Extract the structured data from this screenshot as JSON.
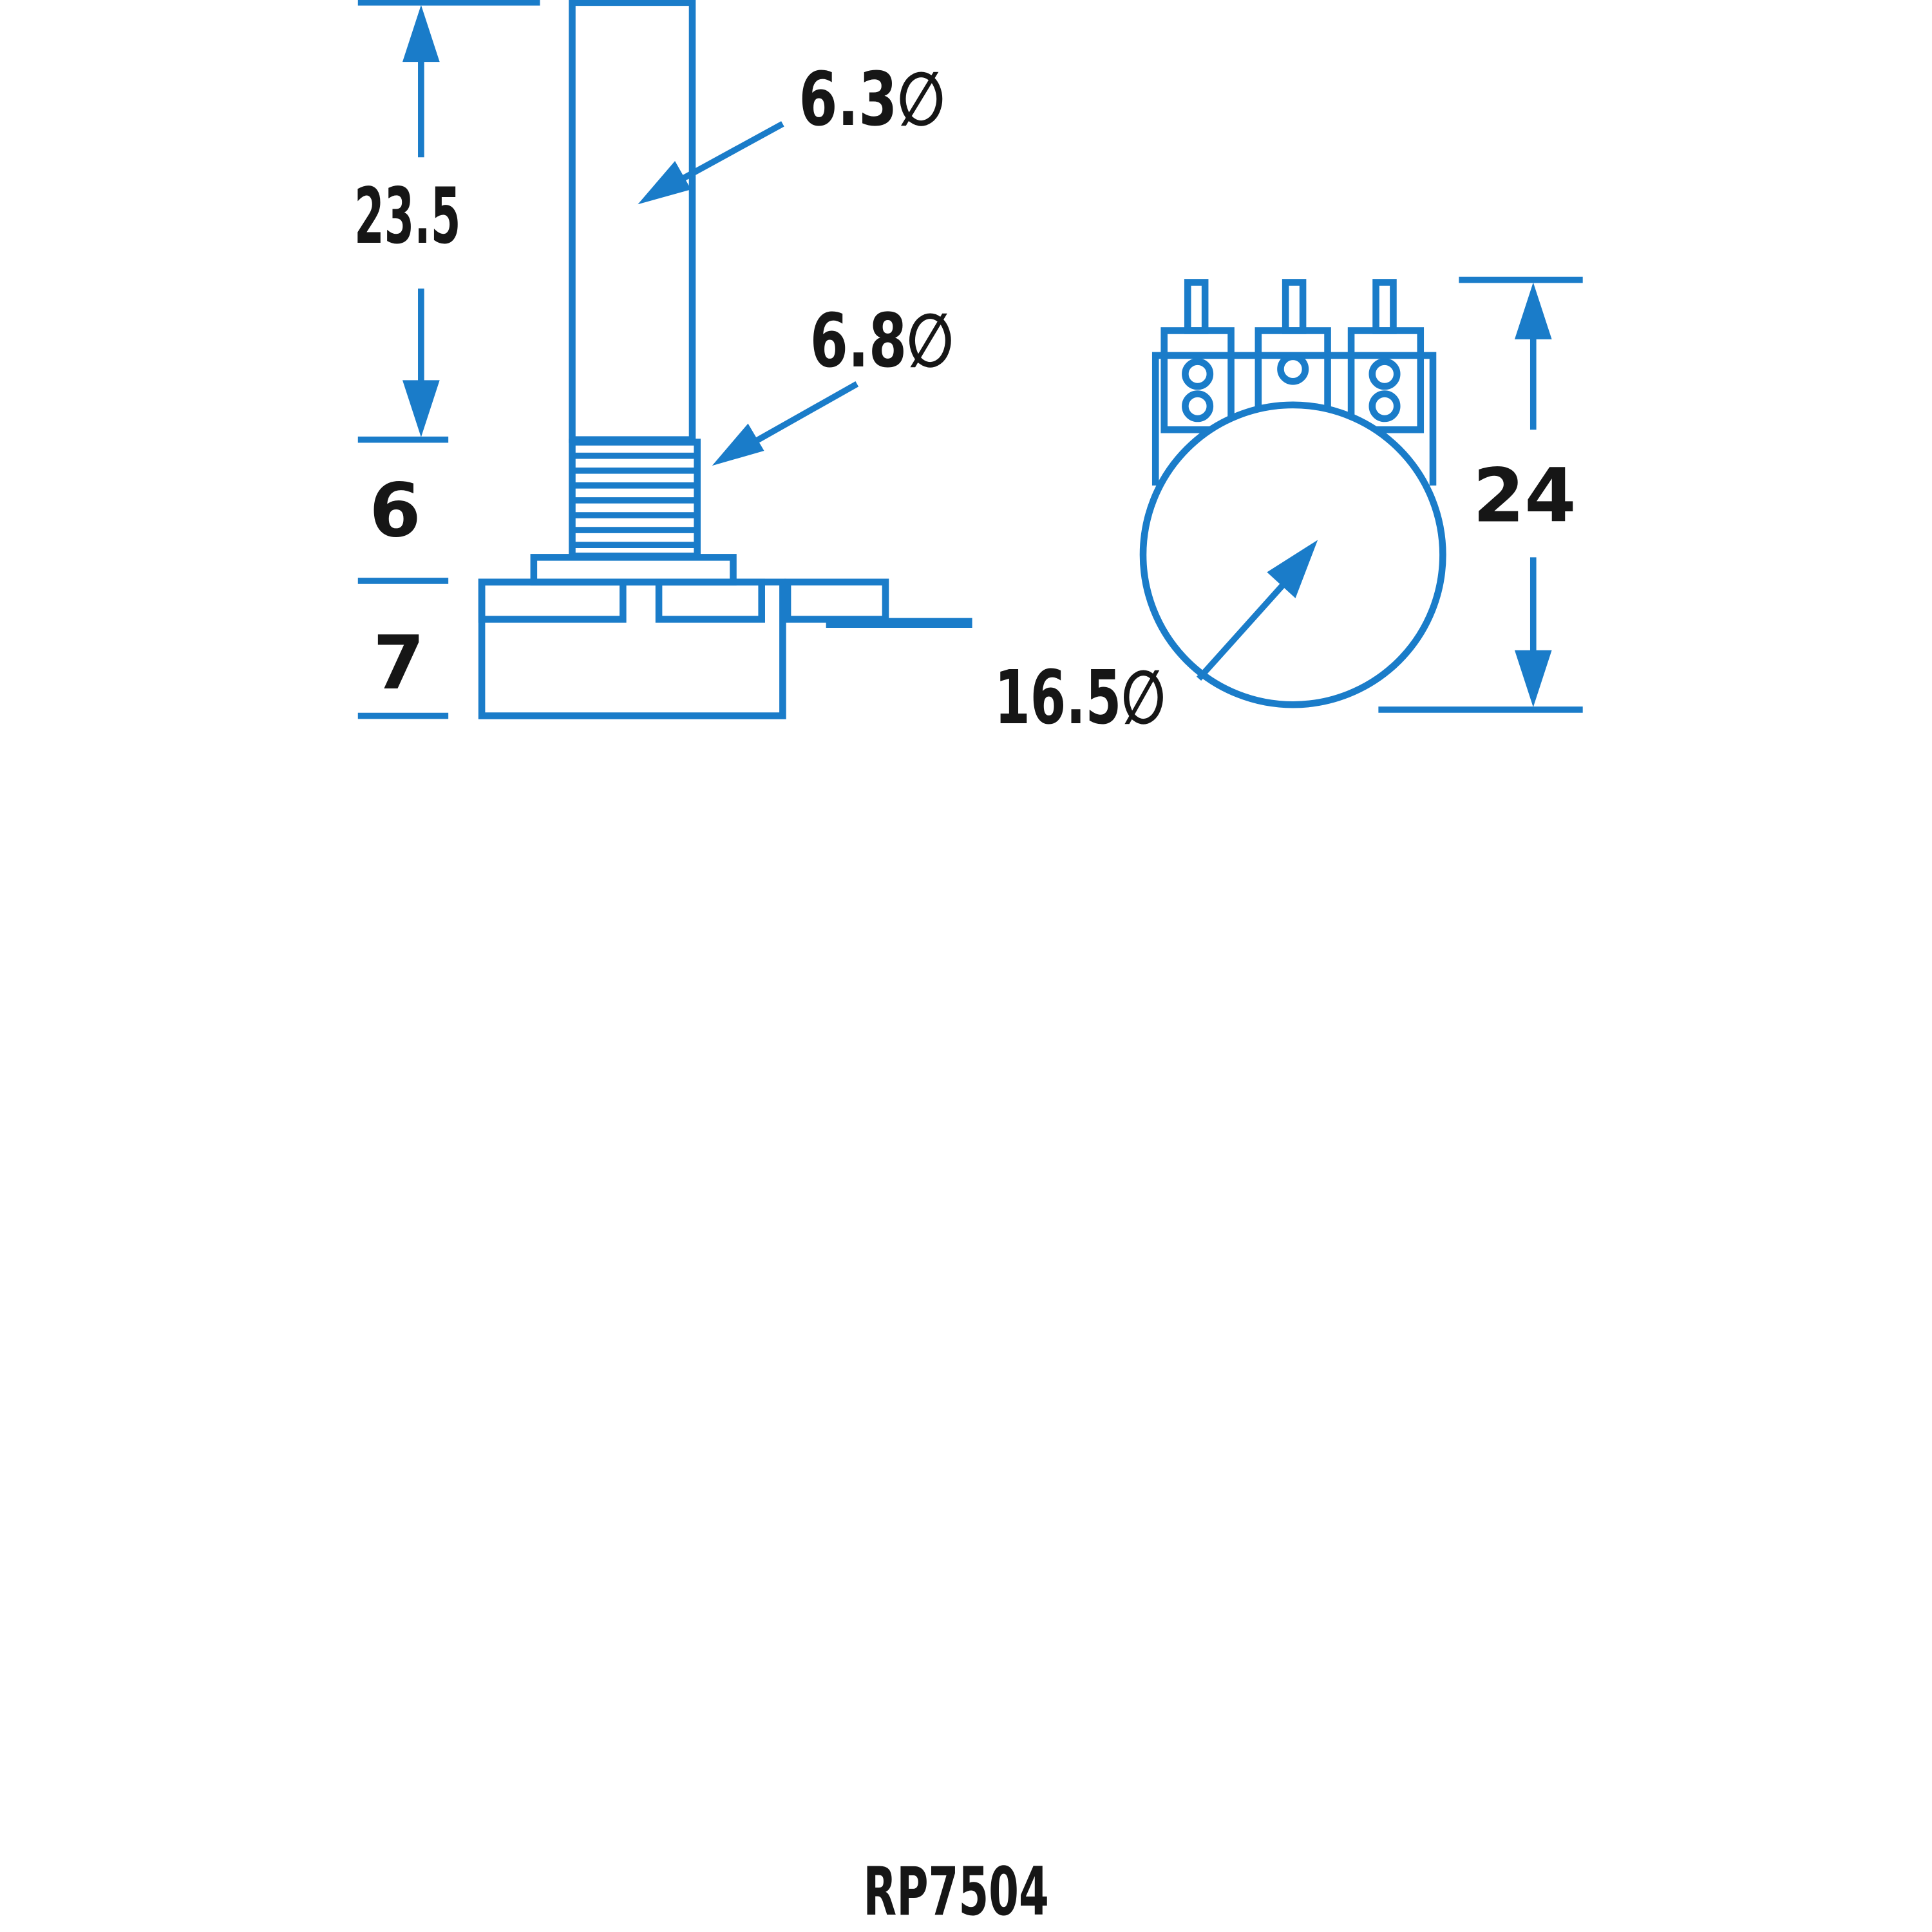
{
  "colors": {
    "line": "#1a7cc9",
    "text": "#161616",
    "background": "#ffffff"
  },
  "dimensions": {
    "shaft_length": "23.5",
    "shaft_diameter": "6.3∅",
    "bush_diameter": "6.8∅",
    "bush_length": "6",
    "body_depth": "7",
    "body_height": "24",
    "body_diameter": "16.5∅"
  },
  "part_number": "RP7504"
}
